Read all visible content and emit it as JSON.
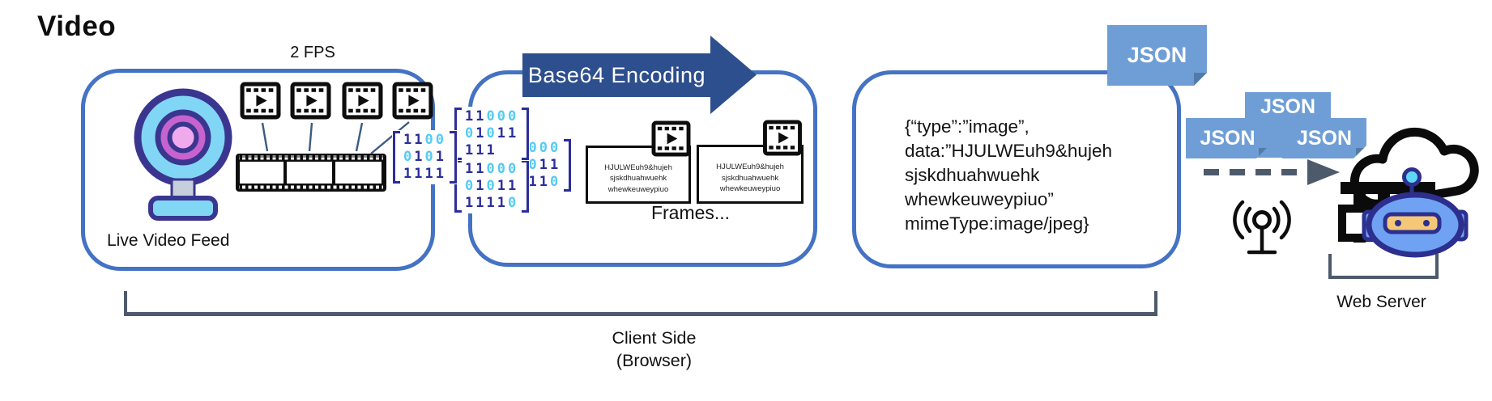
{
  "title": "Video",
  "stage1": {
    "fps_label": "2 FPS",
    "label": "Live Video Feed"
  },
  "arrow": {
    "label": "Base64 Encoding"
  },
  "binary": {
    "groups": [
      {
        "rows": [
          "1100",
          "0101",
          "1111"
        ]
      },
      {
        "rows": [
          "11000",
          "01011",
          "111"
        ]
      },
      {
        "rows": [
          "11000",
          "01011",
          "11110"
        ]
      },
      {
        "rows": [
          "11000",
          "01011",
          "11110"
        ]
      }
    ]
  },
  "stage2": {
    "frame_lines": [
      "HJULWEuh9&hujeh",
      "sjskdhuahwuehk",
      "whewkeuweypiuo"
    ],
    "frames_label": "Frames..."
  },
  "stage3": {
    "json_lines": [
      "{“type”:”image”,",
      "data:”HJULWEuh9&hujeh",
      "sjskdhuahwuehk",
      "whewkeuweypiuo”",
      "mimeType:image/jpeg}"
    ]
  },
  "labels": {
    "json_badge": "JSON",
    "web_server": "Web Server",
    "client_line1": "Client Side",
    "client_line2": "(Browser)"
  },
  "colors": {
    "box_border_blue": "#4472C4",
    "arrow_navy": "#2E4F8E",
    "badge_blue": "#6F9ED6",
    "badge_fold": "#527CA8",
    "slate_gray": "#4D5A6B",
    "binary_indigo": "#2B2D9B",
    "binary_cyan": "#55CBF2",
    "webcam_body": "#82D6F5",
    "webcam_ring": "#C763CE",
    "webcam_lens": "#EFA9EC",
    "robot_blue": "#6FA2F2",
    "robot_outline": "#2D2F8E",
    "robot_visor": "#F4C878",
    "antenna_ball": "#5FD6F6"
  }
}
